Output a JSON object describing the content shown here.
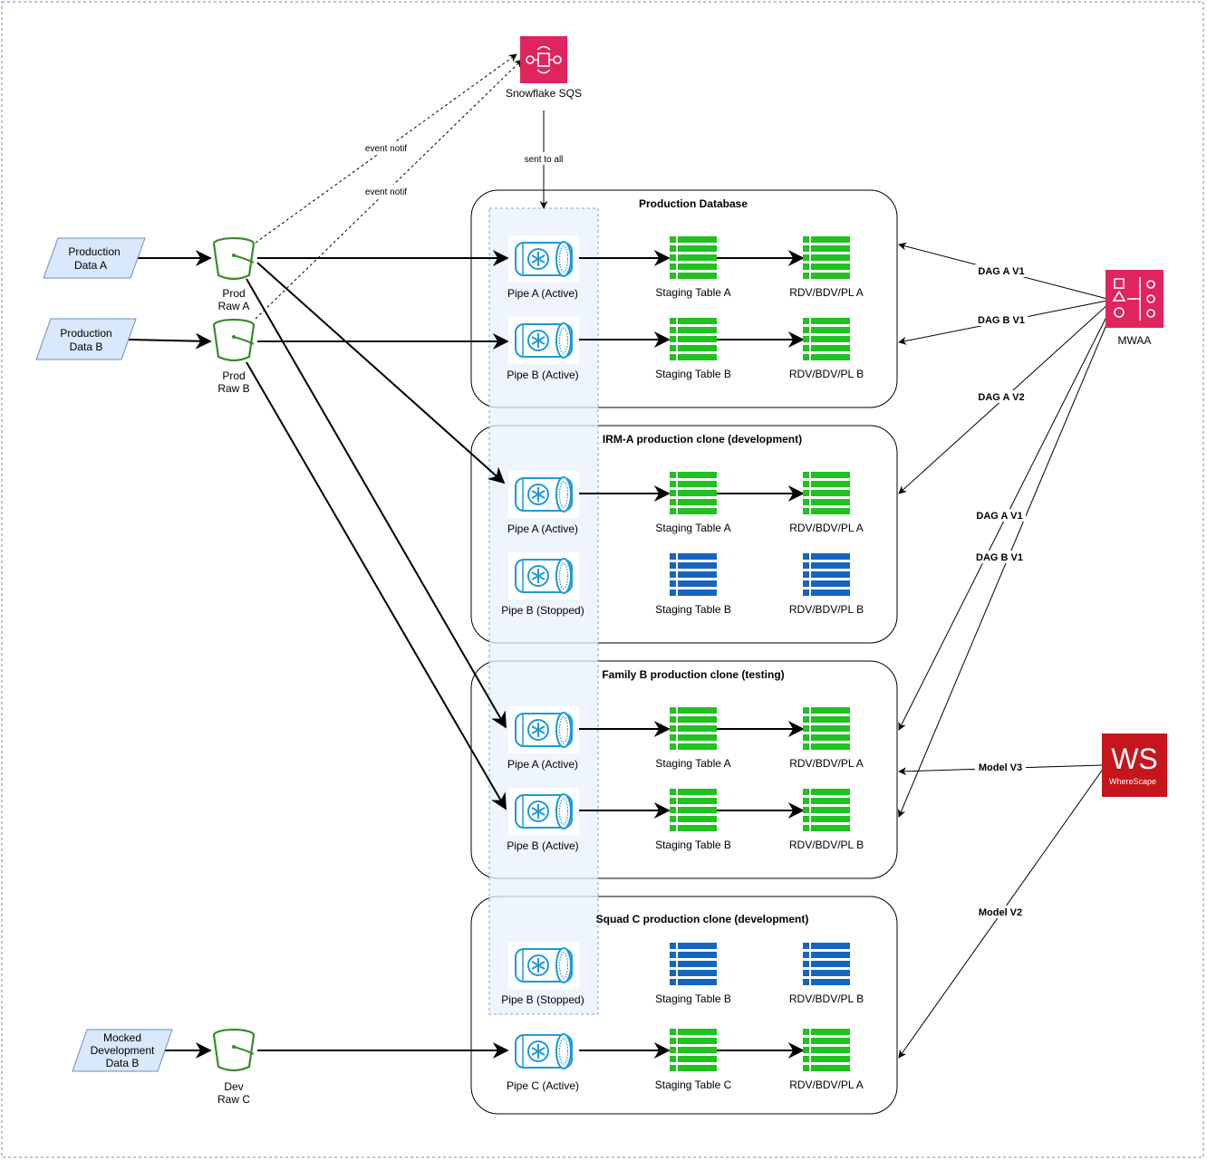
{
  "containers": {
    "production": "Production Database",
    "irm_a": "IRM-A production clone (development)",
    "family_b": "Family B production clone (testing)",
    "squad_c": "Squad C production clone (development)"
  },
  "sources": {
    "prod_data_a": [
      "Production",
      "Data A"
    ],
    "prod_data_b": [
      "Production",
      "Data B"
    ],
    "mocked_dev_b": [
      "Mocked",
      "Development",
      "Data B"
    ]
  },
  "buckets": {
    "prod_raw_a": [
      "Prod",
      "Raw A"
    ],
    "prod_raw_b": [
      "Prod",
      "Raw B"
    ],
    "dev_raw_c": [
      "Dev",
      "Raw C"
    ]
  },
  "services": {
    "sqs": "Snowflake SQS",
    "mwaa": "MWAA",
    "ws_logo": "WS",
    "ws_sub": "WhereScape"
  },
  "pipes": {
    "pipe_a_active": "Pipe A (Active)",
    "pipe_b_active": "Pipe B (Active)",
    "pipe_b_stopped": "Pipe B (Stopped)",
    "pipe_c_active": "Pipe C (Active)"
  },
  "tables": {
    "staging_a": "Staging Table A",
    "staging_b": "Staging Table B",
    "staging_c": "Staging Table C",
    "rdv_a": "RDV/BDV/PL A",
    "rdv_b": "RDV/BDV/PL B"
  },
  "edge_labels": {
    "event_notif_1": "event notif",
    "event_notif_2": "event notif",
    "sent_to_all": "sent to all",
    "dag_a_v1_prod": "DAG A V1",
    "dag_b_v1_prod": "DAG B V1",
    "dag_a_v2": "DAG A V2",
    "dag_a_v1_fam": "DAG A V1",
    "dag_b_v1_fam": "DAG B V1",
    "model_v3": "Model V3",
    "model_v2": "Model V2"
  },
  "colors": {
    "table_active": "#1fc21f",
    "table_inactive": "#1565c0",
    "sqs": "#e0245e",
    "mwaa": "#e0245e",
    "wherescape": "#c4161c",
    "bucket": "#3a8a2a",
    "pipe": "#1e9ad6",
    "source_fill": "#dae8fc",
    "source_stroke": "#6c8ebf",
    "pipe_band": "#eaf2fb"
  }
}
